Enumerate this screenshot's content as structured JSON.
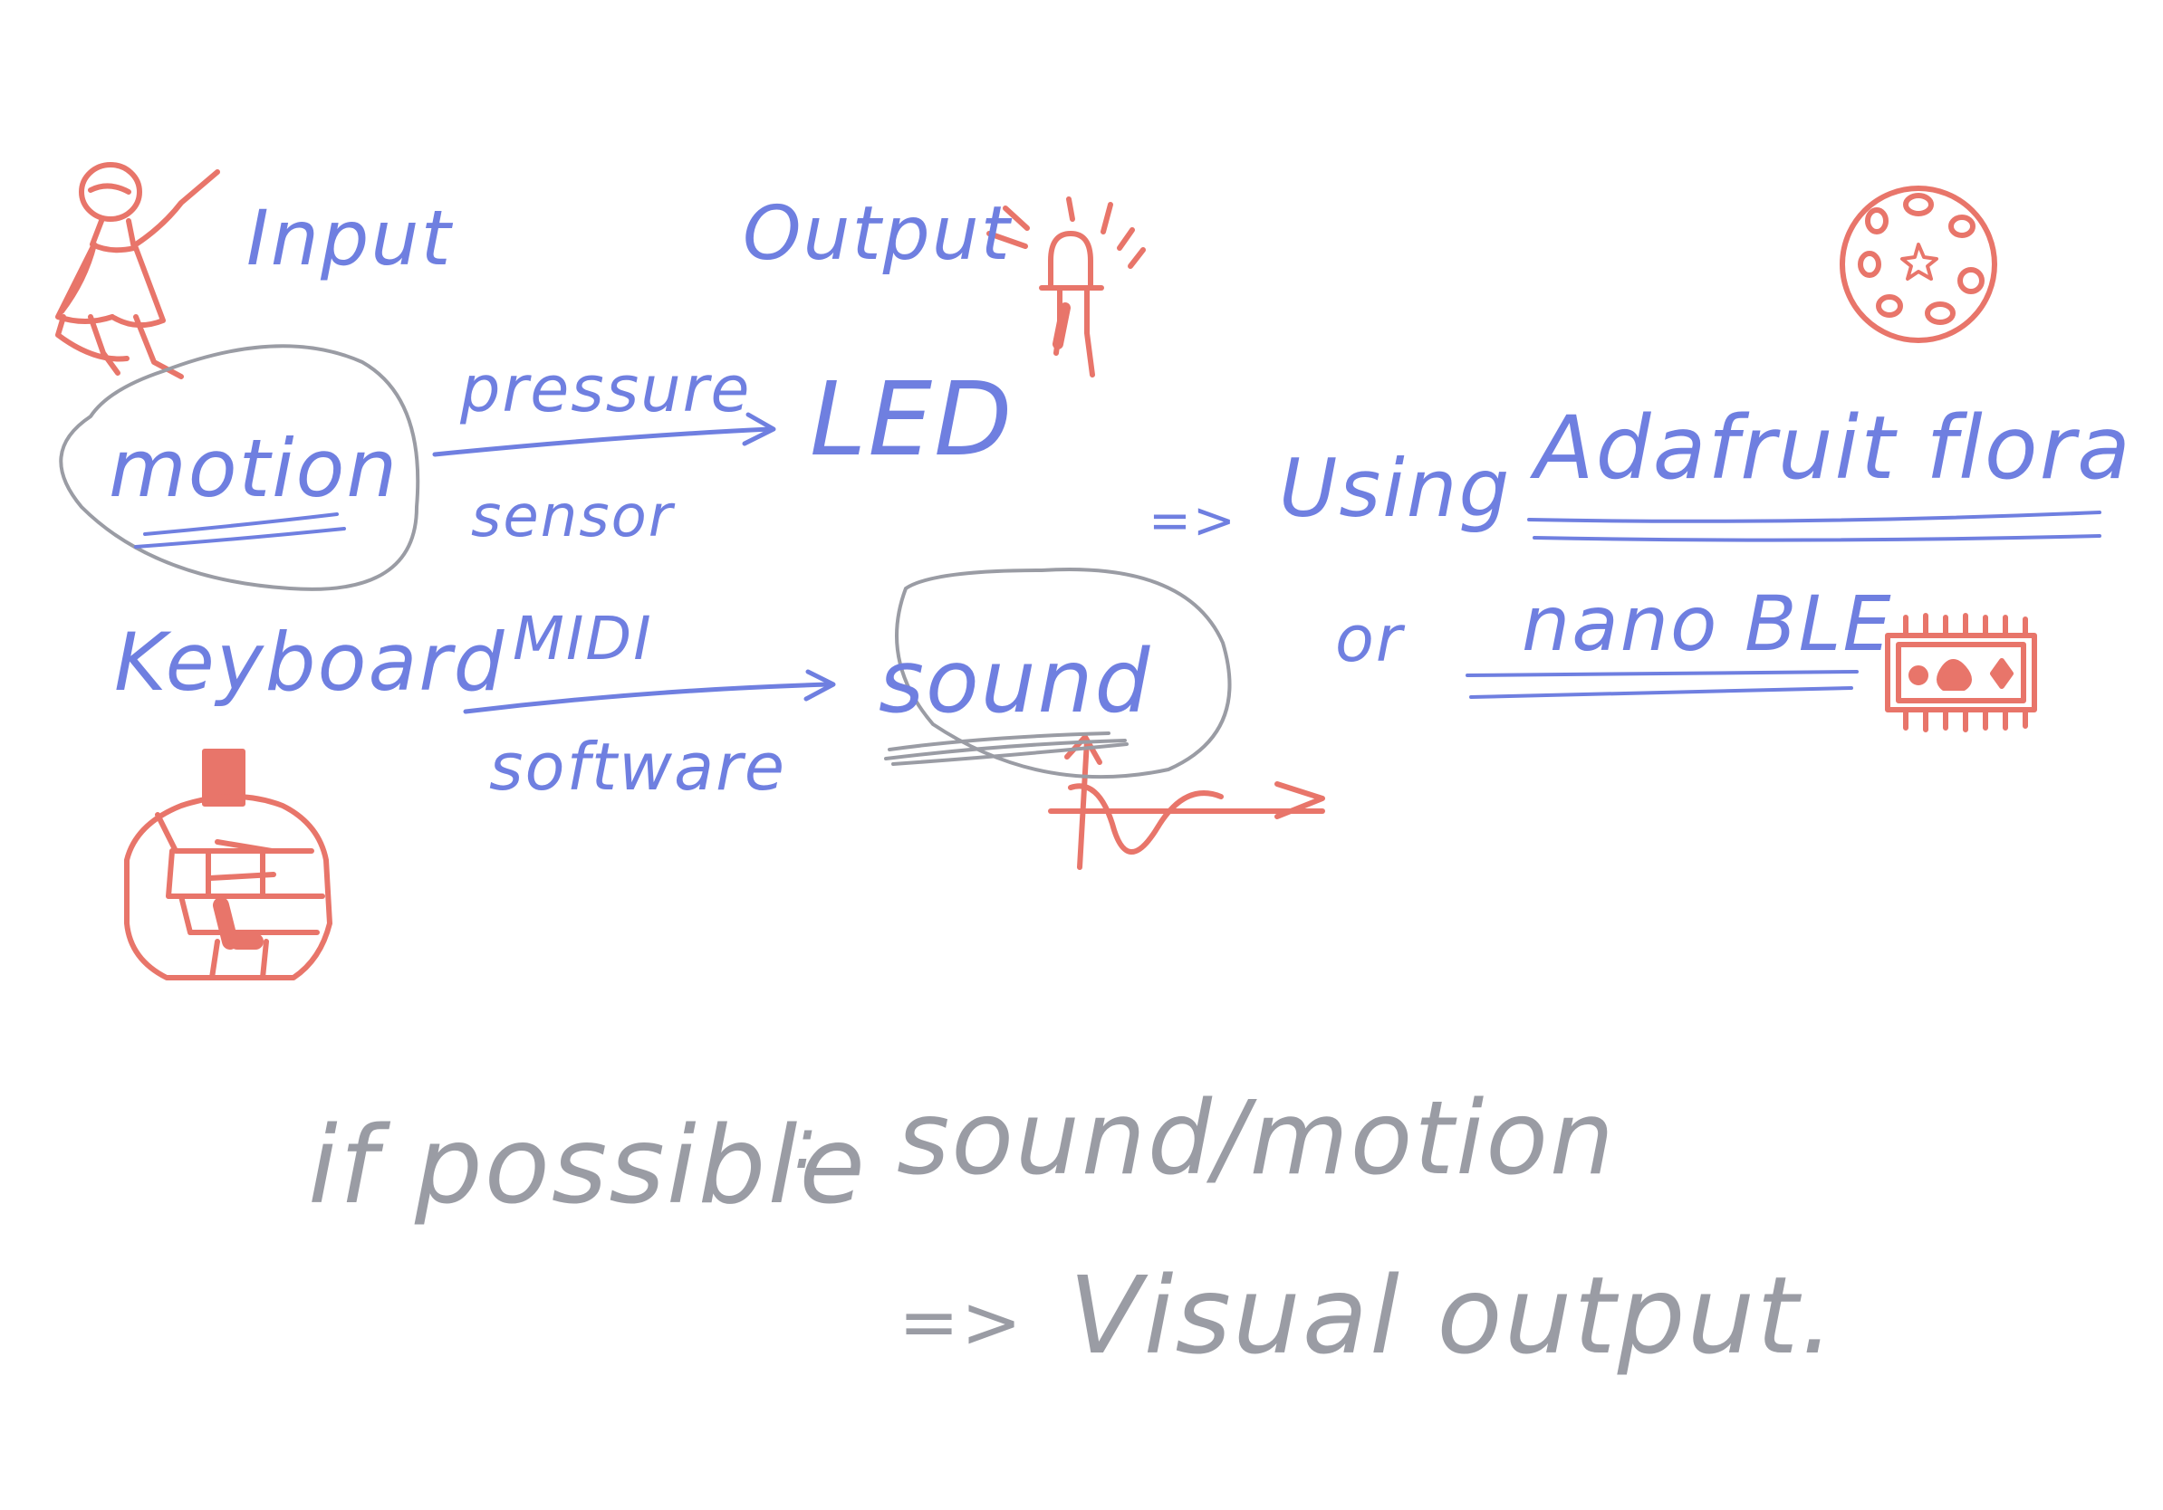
{
  "labels": {
    "input": "Input",
    "output": "Output",
    "motion": "motion",
    "pressure": "pressure",
    "sensor": "sensor",
    "led": "LED",
    "arrow_using": "=>",
    "using": "Using",
    "adafruit_flora": "Adafruit flora",
    "or": "or",
    "nano_ble": "nano BLE",
    "keyboard": "Keyboard",
    "midi": "MIDI",
    "software": "software",
    "sound": "sound",
    "if_possible": "if possible",
    "colon": ":",
    "sound_motion": "sound/motion",
    "arrow_visual": "=>",
    "visual_output": "Visual output."
  },
  "colors": {
    "ink_blue": "#6f7fe0",
    "ink_red": "#e8756a",
    "ink_gray": "#9a9ca4",
    "background": "#ffffff"
  },
  "icons": [
    "person-icon",
    "led-bulb-icon",
    "flora-board-icon",
    "keyboard-key-icon",
    "sound-wave-icon",
    "nano-chip-icon"
  ]
}
